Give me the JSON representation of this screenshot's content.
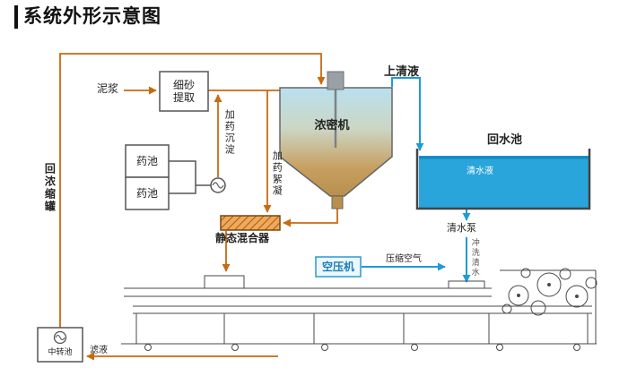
{
  "title": "系统外形示意图",
  "colors": {
    "line_orange": "#c96a10",
    "line_blue": "#1e9ad6",
    "water": "#2aa5dc",
    "thickener_top": "#b9e0ef",
    "thickener_bottom": "#b8904e",
    "machine_line": "#4a4a4a"
  },
  "labels": {
    "mud": "泥浆",
    "sand_extraction": "细砂\n提取",
    "supernatant": "上清液",
    "thickener": "浓密机",
    "return_water_pool": "回水池",
    "clear_water": "清水液",
    "clear_water_pump": "清水泵",
    "flush_clear_water": "冲洗清水",
    "chemical_tank_1": "药池",
    "chemical_tank_2": "药池",
    "dosing_sedimentation": "加药沉淀",
    "dosing_flocculation": "加药絮凝",
    "return_to_thickener": "回浓缩罐",
    "static_mixer": "静态混合器",
    "air_compressor": "空压机",
    "compressed_air": "压缩空气",
    "transfer_pool": "中转池",
    "filtrate": "滤液"
  }
}
